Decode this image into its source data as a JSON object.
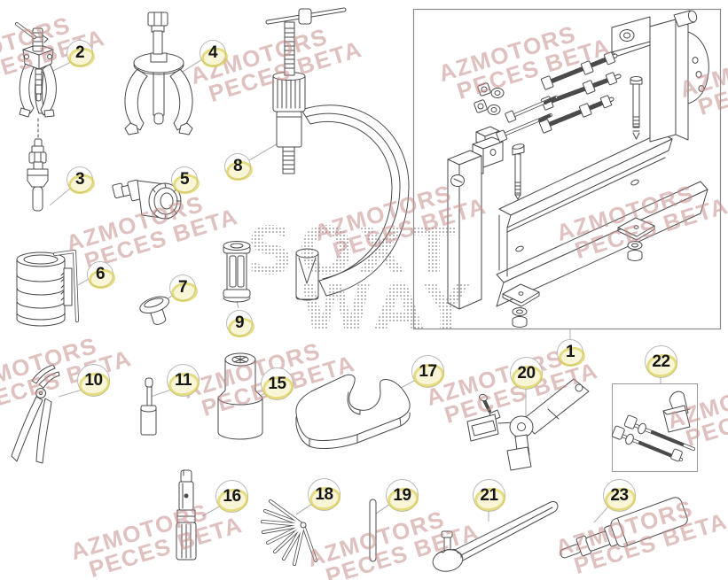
{
  "page": {
    "background": "#ffffff"
  },
  "watermark": {
    "line1": "AZMOTORS",
    "line2": "PECES BETA",
    "color": "#c48e8c"
  },
  "center_watermark": {
    "line1": "SOXT",
    "line2": "WAY",
    "color": "#9a9a9a"
  },
  "callouts": [
    {
      "label": "1",
      "tool": "mounting-stand-with-fasteners"
    },
    {
      "label": "2",
      "tool": "three-jaw-puller-with-tbar"
    },
    {
      "label": "3",
      "tool": "stepped-cylindrical-drift"
    },
    {
      "label": "4",
      "tool": "two-jaw-bearing-puller"
    },
    {
      "label": "5",
      "tool": "knurled-cup-adapter"
    },
    {
      "label": "6",
      "tool": "disc-stack-with-hex-key"
    },
    {
      "label": "7",
      "tool": "mushroom-plug"
    },
    {
      "label": "8",
      "tool": "c-clamp-press-tool"
    },
    {
      "label": "9",
      "tool": "slotted-spool-sleeve"
    },
    {
      "label": "10",
      "tool": "circlip-pliers"
    },
    {
      "label": "11",
      "tool": "pin-punch"
    },
    {
      "label": "15",
      "tool": "splined-socket"
    },
    {
      "label": "16",
      "tool": "grooved-shaft-tool"
    },
    {
      "label": "17",
      "tool": "horseshoe-support-plate"
    },
    {
      "label": "18",
      "tool": "feeler-gauge-fan"
    },
    {
      "label": "19",
      "tool": "thin-rod-pin"
    },
    {
      "label": "20",
      "tool": "holding-lever-with-bracket"
    },
    {
      "label": "21",
      "tool": "strap-tool-with-knob"
    },
    {
      "label": "22",
      "tool": "stud-kit-with-bracket"
    },
    {
      "label": "23",
      "tool": "stepped-driver"
    }
  ]
}
